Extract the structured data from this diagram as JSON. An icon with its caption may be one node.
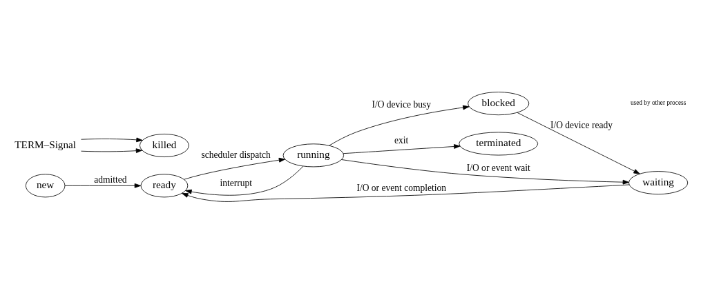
{
  "diagram": {
    "nodes": [
      {
        "text": [
          "new"
        ]
      },
      {
        "text": [
          "ready"
        ]
      },
      {
        "text": [
          "running"
        ]
      },
      {
        "text": [
          "terminated"
        ]
      },
      {
        "text": [
          "TERM–Signal"
        ]
      },
      {
        "text": [
          "killed"
        ]
      },
      {
        "text": [
          "waiting"
        ]
      },
      {
        "text": [
          "blocked"
        ]
      }
    ],
    "edges": [
      {
        "from": 0,
        "to": 1,
        "arrow": "to",
        "label": "admitted"
      },
      {
        "from": 1,
        "to": 2,
        "arrow": "to",
        "label": "scheduler dispatch"
      },
      {
        "from": 2,
        "to": 3,
        "arrow": "to",
        "label": "exit"
      },
      {
        "from": 2,
        "to": 1,
        "arrow": "to",
        "label": "interrupt"
      },
      {
        "from": 4,
        "to": 5,
        "arrow": "to"
      },
      {
        "from": 4,
        "to": 5,
        "arrow": "to"
      },
      {
        "from": 6,
        "to": 1,
        "arrow": "to",
        "label": "I/O or event completion"
      },
      {
        "from": 2,
        "to": 6,
        "arrow": "to",
        "label": "I/O or event wait"
      },
      {
        "from": 2,
        "to": 7,
        "arrow": "to",
        "label": "I/O device busy"
      },
      {
        "from": 7,
        "to": 6,
        "arrow": "to",
        "label": "I/O device ready"
      }
    ],
    "labels": [
      "used by other process"
    ]
  }
}
